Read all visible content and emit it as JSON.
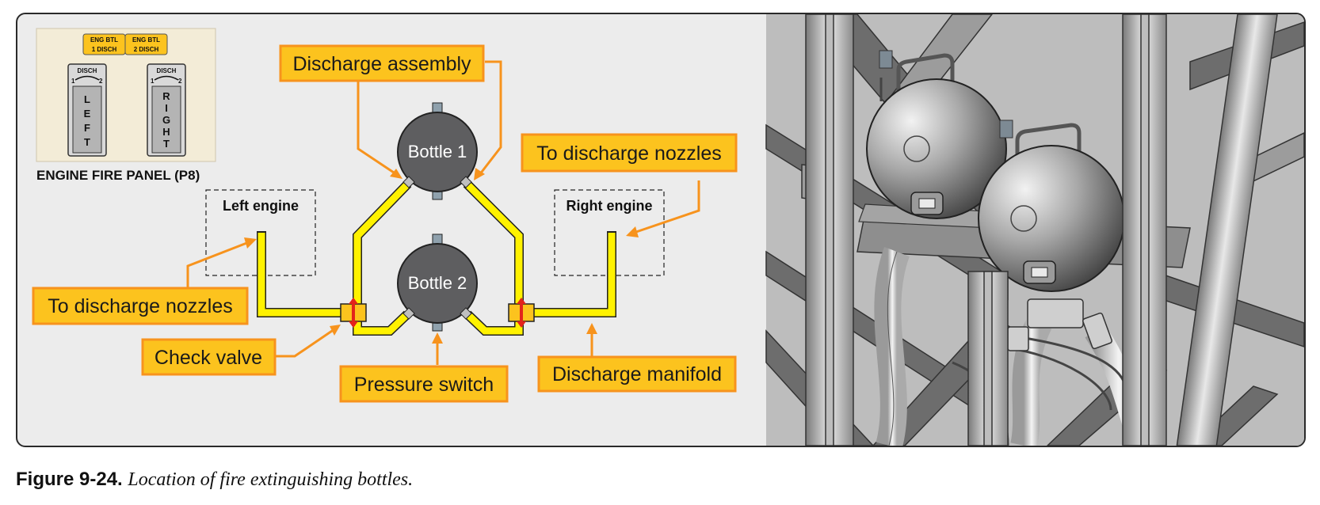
{
  "panel": {
    "title": "ENGINE FIRE PANEL (P8)",
    "lights": [
      {
        "line1": "ENG BTL",
        "line2": "1 DISCH"
      },
      {
        "line1": "ENG BTL",
        "line2": "2 DISCH"
      }
    ],
    "switches": [
      {
        "disch": "DISCH",
        "pos1": "1",
        "pos2": "2",
        "letters": [
          "L",
          "E",
          "F",
          "T"
        ]
      },
      {
        "disch": "DISCH",
        "pos1": "1",
        "pos2": "2",
        "letters": [
          "R",
          "I",
          "G",
          "H",
          "T"
        ]
      }
    ]
  },
  "engines": {
    "left": "Left engine",
    "right": "Right engine"
  },
  "bottles": {
    "bottle1": "Bottle 1",
    "bottle2": "Bottle 2"
  },
  "callouts": {
    "discharge_assembly": "Discharge assembly",
    "to_nozzles_right": "To discharge nozzles",
    "to_nozzles_left": "To discharge nozzles",
    "check_valve": "Check valve",
    "pressure_switch": "Pressure switch",
    "discharge_manifold": "Discharge manifold"
  },
  "colors": {
    "callout_fill": "#fcc31e",
    "callout_border": "#f7931d",
    "pipe": "#fff200",
    "bottle": "#5e5e60",
    "valve_arrow": "#e3241b"
  },
  "caption": {
    "label": "Figure 9-24.",
    "text": "Location of fire extinguishing bottles."
  }
}
